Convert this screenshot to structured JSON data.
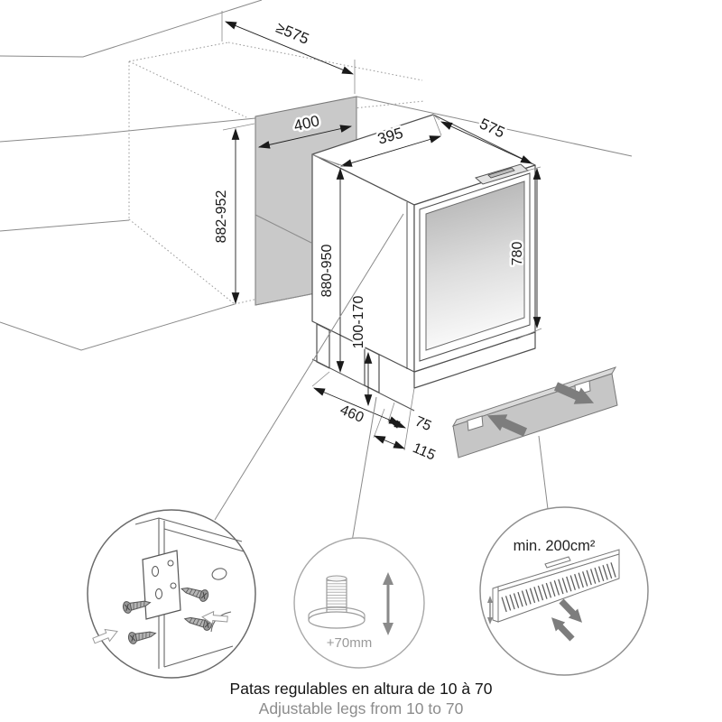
{
  "dims": {
    "niche_depth_min": "≥575",
    "niche_width": "400",
    "niche_height": "882-952",
    "appliance_width": "395",
    "appliance_depth": "575",
    "door_height": "780",
    "appliance_height": "880-950",
    "leg_height": "100-170",
    "base_depth": "460",
    "offset_rear": "75",
    "offset_front": "115"
  },
  "details": {
    "foot_adjustment": "+70mm",
    "vent_area_min": "min. 200cm²"
  },
  "caption": {
    "line1_es": "Patas regulables en altura de 10 à 70",
    "line2_en": "Adjustable legs from 10 to 70"
  },
  "colors": {
    "appliance_line": "#4f4f4f",
    "counter_line": "#8a8a8a",
    "dimension_text": "#1a1a1a",
    "niche_gray": "#c9c9c9",
    "plinth_gray": "#c6c6c6",
    "arrow_gray": "#7d7d7d",
    "glass_top": "#b0b0b0",
    "glass_bottom": "#fafafa",
    "detail_light_gray": "#9a9a9a",
    "caption_secondary": "#8c8c8c"
  }
}
